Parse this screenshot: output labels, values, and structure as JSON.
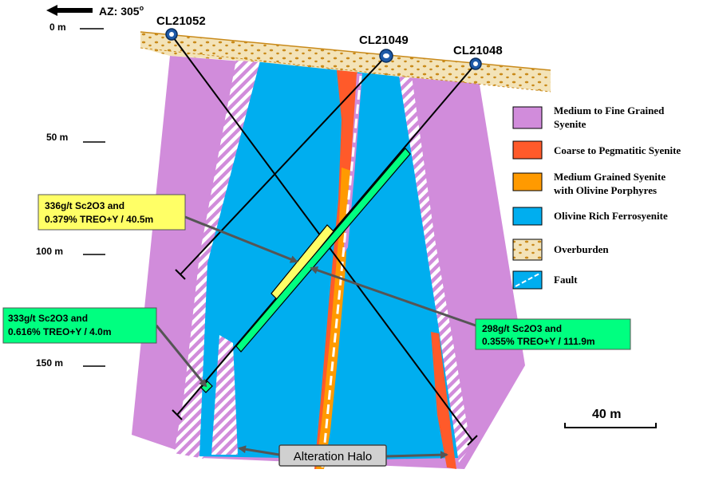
{
  "azimuth": {
    "label": "AZ: 305",
    "superscript": "o"
  },
  "depth_scale": [
    {
      "label": "0 m"
    },
    {
      "label": "50 m"
    },
    {
      "label": "100 m"
    },
    {
      "label": "150 m"
    }
  ],
  "drill_holes": [
    {
      "id": "CL21052"
    },
    {
      "id": "CL21049"
    },
    {
      "id": "CL21048"
    }
  ],
  "legend": [
    {
      "label_lines": [
        "Medium to Fine Grained",
        "Syenite"
      ],
      "color": "#D18CDB",
      "pattern": "solid",
      "icon": "medium-fine-syenite-swatch"
    },
    {
      "label_lines": [
        "Coarse to Pegmatitic Syenite"
      ],
      "color": "#FF5A2A",
      "pattern": "solid",
      "icon": "coarse-pegmatitic-syenite-swatch"
    },
    {
      "label_lines": [
        "Medium Grained Syenite",
        "with Olivine Porphyres"
      ],
      "color": "#FF9A00",
      "pattern": "solid",
      "icon": "olivine-porphyre-syenite-swatch"
    },
    {
      "label_lines": [
        "Olivine Rich Ferrosyenite"
      ],
      "color": "#00AEEF",
      "pattern": "solid",
      "icon": "olivine-ferrosyenite-swatch"
    },
    {
      "label_lines": [
        "Overburden"
      ],
      "color": "#F3E3B8",
      "pattern": "dots",
      "icon": "overburden-swatch"
    },
    {
      "label_lines": [
        "Fault"
      ],
      "color": "#00AEEF",
      "pattern": "dashed-line",
      "icon": "fault-swatch"
    }
  ],
  "callouts": [
    {
      "lines": [
        "336g/t  Sc2O3 and",
        "0.379% TREO+Y / 40.5m"
      ],
      "color": "#FFFF66"
    },
    {
      "lines": [
        "333g/t  Sc2O3 and",
        "0.616% TREO+Y / 4.0m"
      ],
      "color": "#00FF80"
    },
    {
      "lines": [
        "298g/t  Sc2O3 and",
        "0.355% TREO+Y / 111.9m"
      ],
      "color": "#00FF80"
    }
  ],
  "alteration_label": "Alteration Halo",
  "scale_bar": {
    "label": "40 m"
  },
  "colors": {
    "syenite": "#D18CDB",
    "pegmatitic": "#FF5A2A",
    "porphyre": "#FF9A00",
    "ferrosyenite": "#00AEEF",
    "overburden": "#F3E3B8",
    "overburden_dots": "#C98A1A",
    "intercept_yellow": "#FFFF66",
    "intercept_green": "#00FF80",
    "collar": "#1E5AA8"
  }
}
